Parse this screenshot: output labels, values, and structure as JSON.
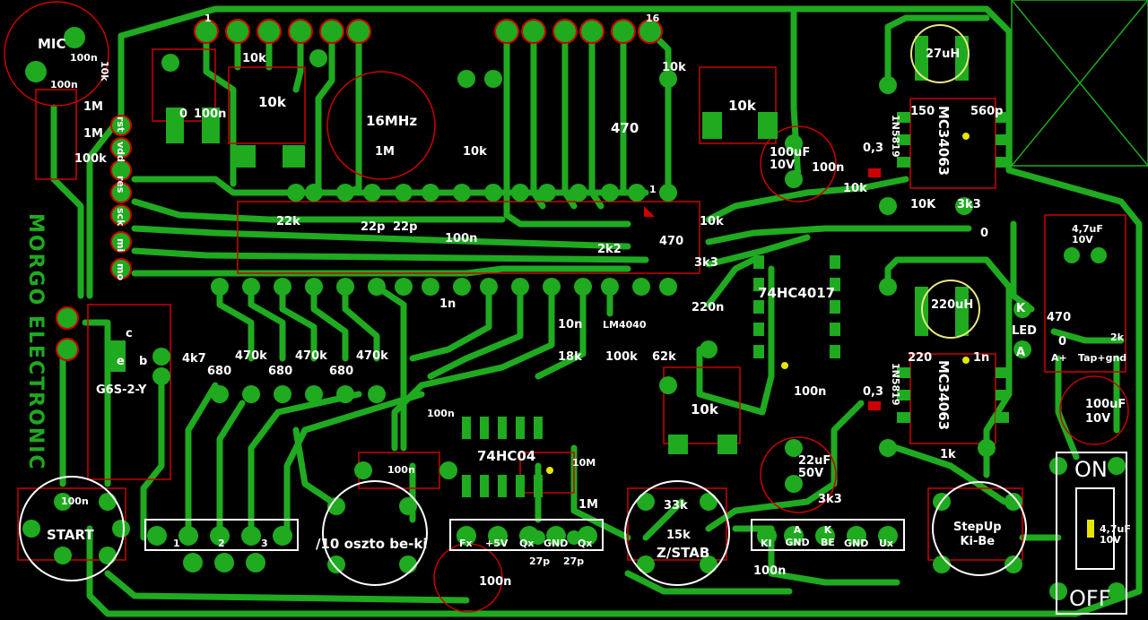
{
  "board": {
    "brand": "MORGO ELECTRONIC",
    "colors": {
      "background": "#000000",
      "copper": "#1faa1f",
      "outline": "#cc0000",
      "silk": "#ffffff",
      "marker": "#e6e600"
    }
  },
  "connectors": {
    "mic": "MIC",
    "header_pin_first": "1",
    "header_pin_last": "16",
    "side_pins": [
      "rst",
      "vdd",
      "res",
      "sck",
      "mi",
      "mo"
    ],
    "start": "START",
    "divider": "/10 oszto be-ki",
    "zstab": "Z/STAB",
    "stepup": "StepUp\nKi-Be",
    "on": "ON",
    "off": "OFF",
    "led_k": "K",
    "led": "LED",
    "led_a": "A",
    "aplus": "A+",
    "tapgnd": "Tap+gnd",
    "pin1": "1"
  },
  "strips": {
    "strip1": [
      "1",
      "2",
      "3"
    ],
    "strip2": [
      "Fx",
      "+5V",
      "Qx",
      "GND",
      "Qx"
    ],
    "strip3": [
      "KI",
      "A GND",
      "K BE",
      "GND",
      "Ux"
    ]
  },
  "chips": {
    "ic1": "74HC4017",
    "ic2": "74HC04",
    "ic3": "MC34063",
    "ic4": "MC34063",
    "diode1": "1N5819",
    "diode2": "1N5819",
    "transistor": "G6S-2-Y",
    "ref": "LM4040"
  },
  "components": {
    "r_100n_a": "100n",
    "r_10k_a": "10k",
    "r_1m_a": "1M",
    "r_1m_b": "1M",
    "r_100k_a": "100k",
    "c_0": "0",
    "c_100n_b": "100n",
    "r_10k_b": "10k",
    "r_10k_c": "10k",
    "xtal": "16MHz",
    "r_1m_c": "1M",
    "r_10k_d": "10k",
    "r_470_a": "470",
    "r_10k_e": "10k",
    "r_10k_f": "10k",
    "c_100uf": "100uF\n10V",
    "c_100n_c": "100n",
    "r_10k_g": "10k",
    "l_27uh": "27uH",
    "r_150": "150",
    "c_560p": "560p",
    "r_03a": "0,3",
    "r_10K": "10K",
    "r_3k3_a": "3k3",
    "c_0b": "0",
    "c_47uf": "4,7uF\n10V",
    "r_22k": "22k",
    "c_22p_a": "22p",
    "c_22p_b": "22p",
    "c_100n_d": "100n",
    "r_2k2": "2k2",
    "r_470_b": "470",
    "r_10k_h": "10k",
    "r_3k3_b": "3k3",
    "c_1n_a": "1n",
    "r_220n": "220n",
    "r_10n": "10n",
    "r_18k": "18k",
    "r_100k_b": "100k",
    "r_62k": "62k",
    "r_10k_i": "10k",
    "l_220uh": "220uH",
    "r_470_c": "470",
    "c_0c": "0",
    "r_2k": "2k",
    "r_220": "220",
    "c_1n_b": "1n",
    "r_03b": "0,3",
    "c_100n_e": "100n",
    "r_4k7": "4k7",
    "r_680_a": "680",
    "r_470k_a": "470k",
    "r_680_b": "680",
    "r_470k_b": "470k",
    "r_680_c": "680",
    "r_470k_c": "470k",
    "c_100n_f": "100n",
    "c_100n_g": "100n",
    "r_10m": "10M",
    "r_1m_d": "1M",
    "c_27p_a": "27p",
    "c_27p_b": "27p",
    "c_100n_h": "100n",
    "r_33k": "33k",
    "r_15k": "15k",
    "c_22uf": "22uF\n50V",
    "r_3k3_c": "3k3",
    "c_100n_i": "100n",
    "r_1k": "1k",
    "c_100uf_b": "100uF\n10V",
    "c_47uf_b": "4,7uF\n10V",
    "c_100n_j": "100n",
    "c_100n_k": "100n",
    "tr_c": "c",
    "tr_e": "e",
    "tr_b": "b"
  }
}
